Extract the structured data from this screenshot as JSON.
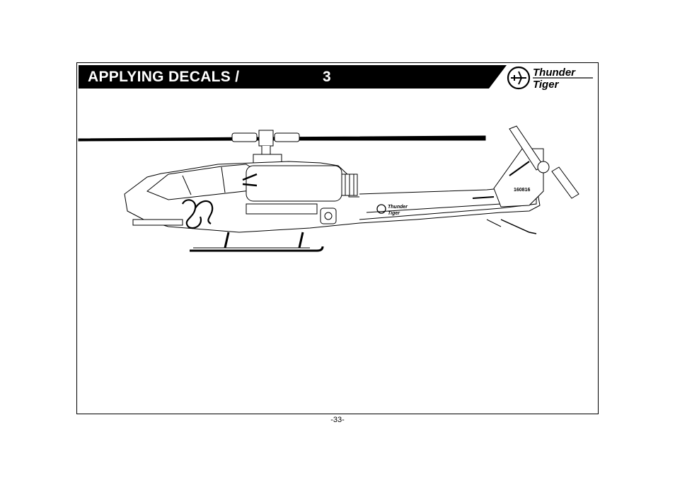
{
  "header": {
    "title": "APPLYING DECALS / ",
    "step_number": "3"
  },
  "logo": {
    "line1": "Thunder",
    "line2": "Tiger"
  },
  "illustration": {
    "tail_number": "160816",
    "fuselage_logo_line1": "Thunder",
    "fuselage_logo_line2": "Tiger"
  },
  "footer": {
    "page_number": "-33-"
  }
}
